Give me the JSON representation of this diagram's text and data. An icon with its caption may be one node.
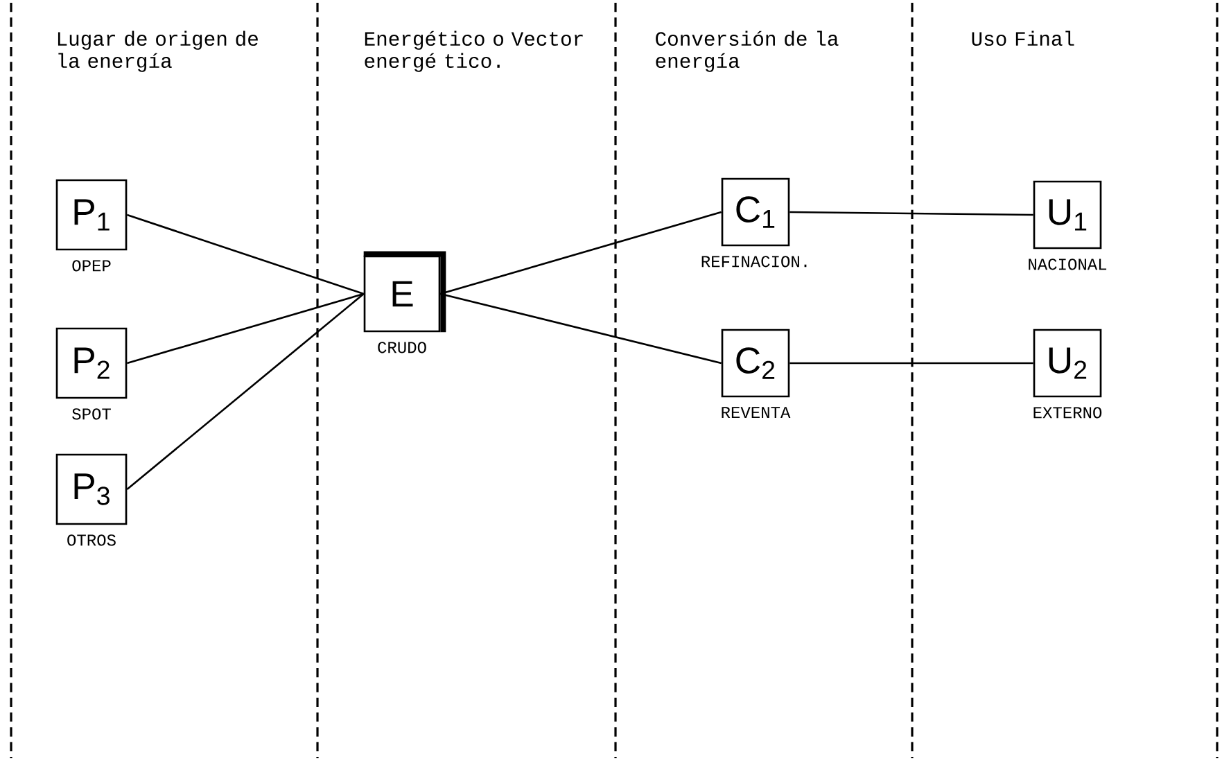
{
  "diagram": {
    "nodes": [
      {
        "text": [
          "P$_{1}$"
        ],
        "beside": [
          "OPEP"
        ]
      },
      {
        "text": [
          "P$_{2}$"
        ],
        "beside": [
          "SPOT"
        ]
      },
      {
        "text": [
          "P$_{3}$"
        ],
        "beside": [
          "OTROS"
        ]
      },
      {
        "text": [
          "E"
        ],
        "beside": [
          "CRUDO"
        ]
      },
      {
        "text": [
          "C$_{1}$"
        ],
        "beside": [
          "REFINACION."
        ]
      },
      {
        "text": [
          "C$_{2}$"
        ],
        "beside": [
          "REVENTA"
        ]
      },
      {
        "text": [
          "U$_{1}$"
        ],
        "beside": [
          "NACIONAL"
        ]
      },
      {
        "text": [
          "U$_{2}$"
        ],
        "beside": [
          "EXTERNO"
        ]
      }
    ],
    "edges": [
      {
        "from": 0,
        "to": 3,
        "arrow": "none"
      },
      {
        "from": 1,
        "to": 3,
        "arrow": "none"
      },
      {
        "from": 2,
        "to": 3,
        "arrow": "none"
      },
      {
        "from": 3,
        "to": 4,
        "arrow": "none"
      },
      {
        "from": 3,
        "to": 5,
        "arrow": "none"
      },
      {
        "from": 4,
        "to": 6,
        "arrow": "none"
      },
      {
        "from": 5,
        "to": 7,
        "arrow": "none"
      }
    ],
    "labels": [
      "Lugar de origen de la energía",
      "Energético o Vector energé tico.",
      "Conversión de la energía",
      "Uso Final"
    ]
  }
}
